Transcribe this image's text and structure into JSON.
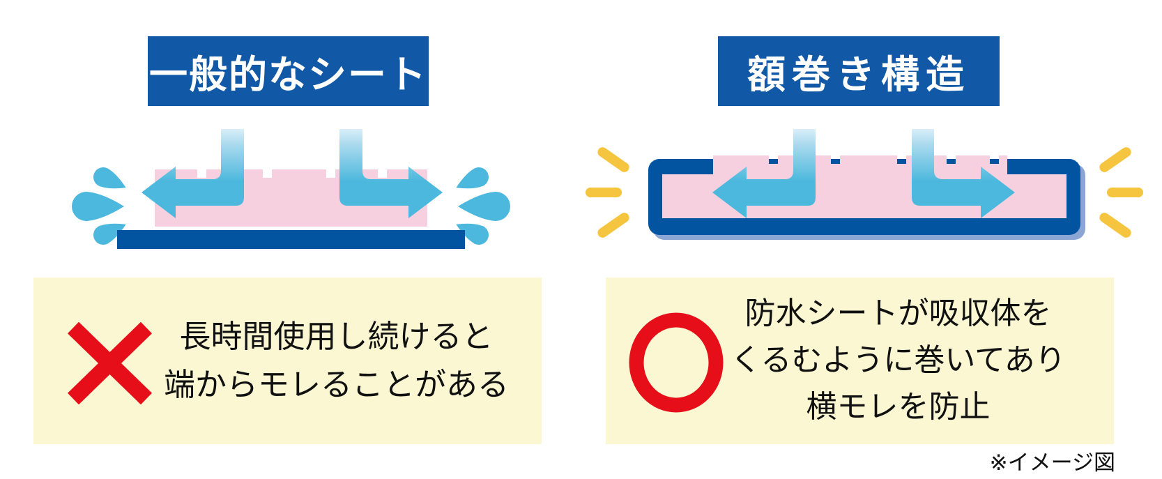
{
  "colors": {
    "bg": "#ffffff",
    "header_navy": "#1159a6",
    "structure_navy": "#0253a0",
    "arrow_blue": "#4cb8dd",
    "arrow_light": "#f2fafd",
    "pad_pink": "#f6d0de",
    "note_cream": "#faf7d2",
    "mark_red": "#e60e19",
    "spark_yellow": "#f6c53f",
    "shadow_periwinkle": "#8ba6d4",
    "text_black": "#111111"
  },
  "panels": [
    {
      "id": "general-sheet",
      "header": "一般的なシート",
      "verdict": "cross",
      "caption_lines": [
        "長時間使用し続けると",
        "端からモレることがある"
      ]
    },
    {
      "id": "frame-wrapped-structure",
      "header": "額巻き構造",
      "verdict": "circle",
      "caption_lines": [
        "防水シートが吸収体を",
        "くるむように巻いてあり",
        "横モレを防止"
      ]
    }
  ],
  "footnote": "※イメージ図",
  "icons": {
    "cross-mark-icon": "×",
    "circle-mark-icon": "○",
    "splash-drop-icon": "teardrop splash",
    "sparkle-icon": "emphasis burst lines",
    "liquid-arrow-icon": "elbow flow arrow"
  }
}
